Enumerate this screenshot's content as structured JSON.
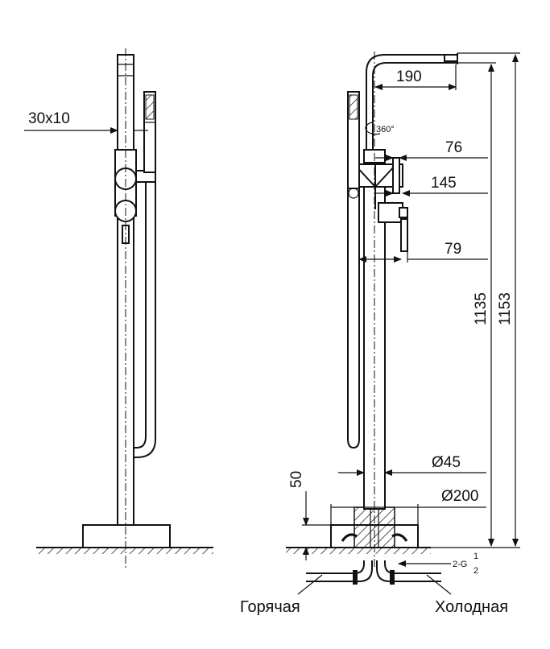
{
  "dimensions": {
    "handle_section": "30x10",
    "spout_reach": "190",
    "spout_rotation": "360°",
    "lever_height": "76",
    "body_height": "145",
    "lower_lever": "79",
    "height_to_spout_inner": "1135",
    "height_total": "1153",
    "pipe_diameter": "Ø45",
    "base_diameter": "Ø200",
    "base_height": "50",
    "connection_prefix": "2-G",
    "connection_numerator": "1",
    "connection_denominator": "2"
  },
  "labels": {
    "hot_water": "Горячая",
    "cold_water": "Холодная"
  },
  "colors": {
    "line": "#111111",
    "background": "#ffffff"
  }
}
